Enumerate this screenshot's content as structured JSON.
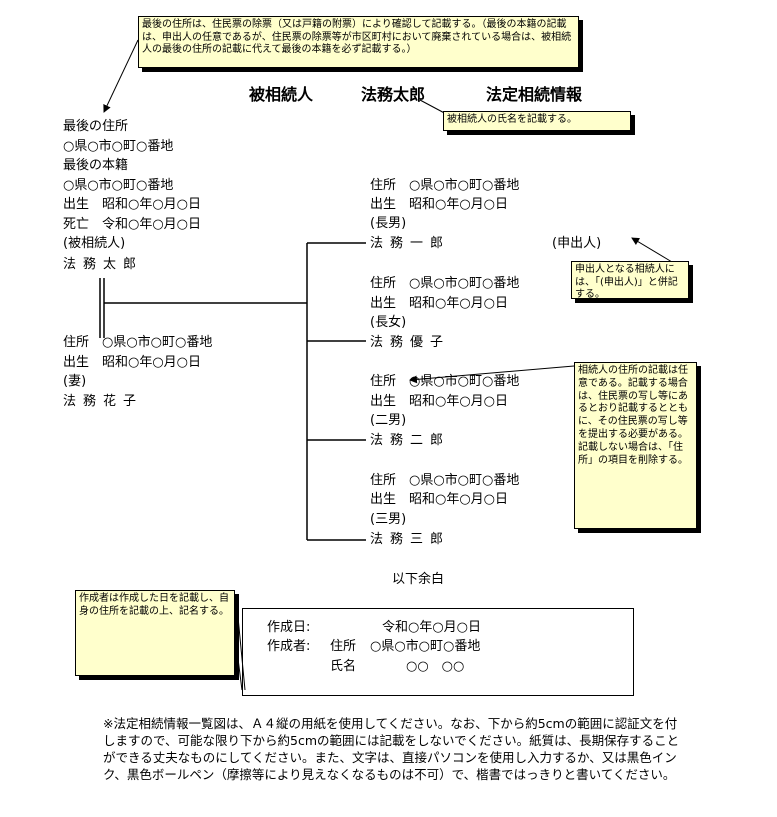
{
  "notes": {
    "address_note": "最後の住所は、住民票の除票（又は戸籍の附票）により確認して記載する。（最後の本籍の記載は、申出人の任意であるが、住民票の除票等が市区町村において廃棄されている場合は、被相続人の最後の住所の記載に代えて最後の本籍を必ず記載する。）",
    "name_note": "被相続人の氏名を記載する。",
    "applicant_note": "申出人となる相続人には、「(申出人)」と併記する。",
    "heir_address_note": "相続人の住所の記載は任意である。記載する場合は、住民票の写し等にあるとおり記載するとともに、その住民票の写し等を提出する必要がある。記載しない場合は、「住所」の項目を削除する。",
    "creator_note": "作成者は作成した日を記載し、自身の住所を記載の上、記名する。"
  },
  "title": {
    "label1": "被相続人",
    "name": "法務太郎",
    "label2": "法定相続情報"
  },
  "decedent": {
    "last_address_label": "最後の住所",
    "last_address": "○県○市○町○番地",
    "last_domicile_label": "最後の本籍",
    "last_domicile": "○県○市○町○番地",
    "birth": "出生　昭和○年○月○日",
    "death": "死亡　令和○年○月○日",
    "relation": "(被相続人)",
    "name": "法務太郎"
  },
  "spouse": {
    "address": "住所　○県○市○町○番地",
    "birth": "出生　昭和○年○月○日",
    "relation": "(妻)",
    "name": "法務花子"
  },
  "children": [
    {
      "address": "住所　○県○市○町○番地",
      "birth": "出生　昭和○年○月○日",
      "relation": "(長男)",
      "name": "法務一郎",
      "applicant": "(申出人)"
    },
    {
      "address": "住所　○県○市○町○番地",
      "birth": "出生　昭和○年○月○日",
      "relation": "(長女)",
      "name": "法務優子"
    },
    {
      "address": "住所　○県○市○町○番地",
      "birth": "出生　昭和○年○月○日",
      "relation": "(二男)",
      "name": "法務二郎"
    },
    {
      "address": "住所　○県○市○町○番地",
      "birth": "出生　昭和○年○月○日",
      "relation": "(三男)",
      "name": "法務三郎"
    }
  ],
  "end_mark": "以下余白",
  "creation": {
    "date_label": "作成日:",
    "date_value": "令和○年○月○日",
    "creator_label": "作成者:",
    "address_label": "住所",
    "address_value": "○県○市○町○番地",
    "name_label": "氏名",
    "name_value": "○○　○○"
  },
  "footer": "※法定相続情報一覧図は、Ａ４縦の用紙を使用してください。なお、下から約5cmの範囲に認証文を付しますので、可能な限り下から約5cmの範囲には記載をしないでください。紙質は、長期保存することができる丈夫なものにしてください。また、文字は、直接パソコンを使用し入力するか、又は黒色インク、黒色ボールペン（摩擦等により見えなくなるものは不可）で、楷書ではっきりと書いてください。"
}
